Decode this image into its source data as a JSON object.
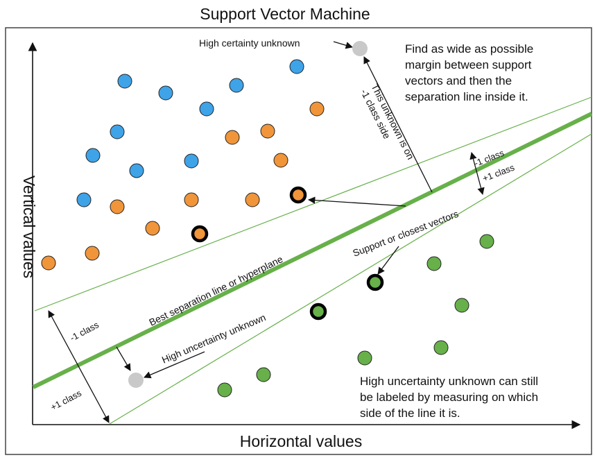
{
  "title": "Support Vector Machine",
  "axes": {
    "x_label": "Horizontal values",
    "y_label": "Vertical values"
  },
  "annotations": {
    "high_certainty_unknown": "High certainty unknown",
    "find_margin": [
      "Find as wide as possible",
      "margin between support",
      "vectors and then the",
      "separation line inside it."
    ],
    "unknown_side": [
      "This unknown is on",
      "-1 class side"
    ],
    "margin_top_minus": "-1 class",
    "margin_top_plus": "+1 class",
    "support_vectors": "Support or closest vectors",
    "best_line": "Best separation line or hyperplane",
    "high_uncertainty_unknown": "High uncertainty unknown",
    "margin_left_minus": "-1 class",
    "margin_left_plus": "+1 class",
    "uncertainty_note": [
      "High uncertainty unknown can still",
      "be labeled by measuring on which",
      "side of the line it is."
    ]
  },
  "colors": {
    "blue": "#3fa3e8",
    "orange": "#f0953a",
    "green": "#67b04a",
    "gray": "#c9c9c9",
    "line": "#67b04a",
    "border": "#444444"
  },
  "points": {
    "blue": [
      [
        180,
        117
      ],
      [
        239,
        134
      ],
      [
        341,
        123
      ],
      [
        428,
        96
      ],
      [
        298,
        157
      ],
      [
        169,
        190
      ],
      [
        134,
        224
      ],
      [
        197,
        246
      ],
      [
        276,
        232
      ],
      [
        121,
        288
      ]
    ],
    "orange": [
      [
        457,
        157
      ],
      [
        335,
        198
      ],
      [
        386,
        189
      ],
      [
        405,
        231
      ],
      [
        169,
        298
      ],
      [
        276,
        288
      ],
      [
        364,
        288
      ],
      [
        220,
        329
      ],
      [
        133,
        365
      ],
      [
        70,
        379
      ]
    ],
    "orange_support": [
      [
        288,
        337
      ],
      [
        430,
        281
      ]
    ],
    "green": [
      [
        702,
        348
      ],
      [
        626,
        380
      ],
      [
        666,
        440
      ],
      [
        636,
        501
      ],
      [
        526,
        516
      ],
      [
        380,
        540
      ],
      [
        324,
        562
      ]
    ],
    "green_support": [
      [
        541,
        407
      ],
      [
        459,
        449
      ]
    ],
    "gray": [
      [
        519,
        70
      ],
      [
        196,
        548
      ]
    ]
  }
}
